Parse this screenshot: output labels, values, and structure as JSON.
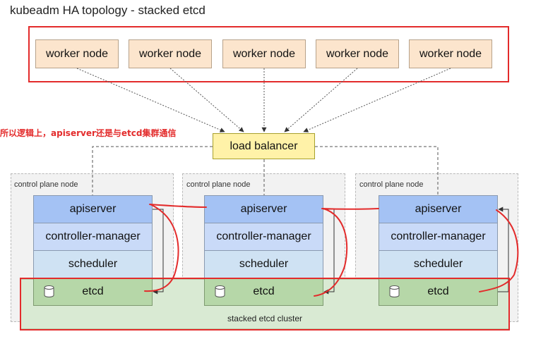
{
  "title": "kubeadm HA topology - stacked etcd",
  "workers": [
    "worker node",
    "worker node",
    "worker node",
    "worker node",
    "worker node"
  ],
  "load_balancer": "load balancer",
  "annotation": "所以逻辑上，apiserver还是与etcd集群通信",
  "control_planes": [
    {
      "label": "control plane node",
      "apiserver": "apiserver",
      "controller_manager": "controller-manager",
      "scheduler": "scheduler",
      "etcd": "etcd"
    },
    {
      "label": "control plane node",
      "apiserver": "apiserver",
      "controller_manager": "controller-manager",
      "scheduler": "scheduler",
      "etcd": "etcd"
    },
    {
      "label": "control plane node",
      "apiserver": "apiserver",
      "controller_manager": "controller-manager",
      "scheduler": "scheduler",
      "etcd": "etcd"
    }
  ],
  "etcd_cluster_label": "stacked etcd cluster",
  "colors": {
    "worker": "#fce5cd",
    "load_balancer": "#fff2a8",
    "apiserver": "#a4c2f4",
    "controller_manager": "#c9daf8",
    "scheduler": "#cfe2f3",
    "etcd": "#b6d7a8",
    "etcd_cluster": "#d9ead3",
    "annotation_red": "#e32b2b"
  },
  "icons": {
    "etcd": "database-icon"
  }
}
